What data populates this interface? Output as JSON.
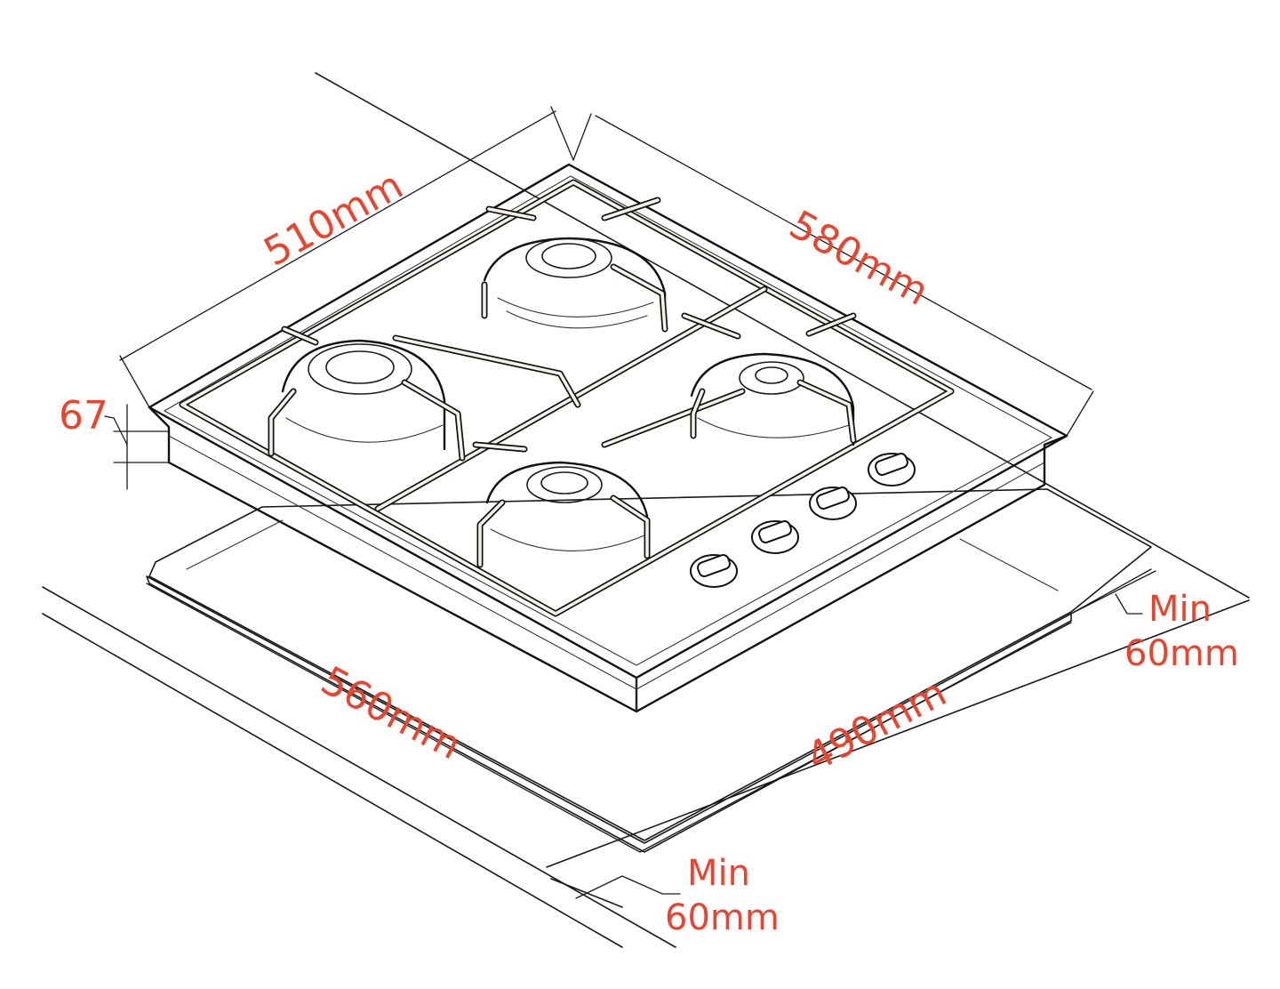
{
  "dimensions": {
    "width_top": "510mm",
    "depth_top": "580mm",
    "height": "67",
    "cutout_width": "560mm",
    "cutout_depth": "490mm",
    "clearance_right_line1": "Min",
    "clearance_right_line2": "60mm",
    "clearance_front_line1": "Min",
    "clearance_front_line2": "60mm"
  },
  "colors": {
    "label": "#e8442e",
    "line": "#1a1a1a"
  }
}
